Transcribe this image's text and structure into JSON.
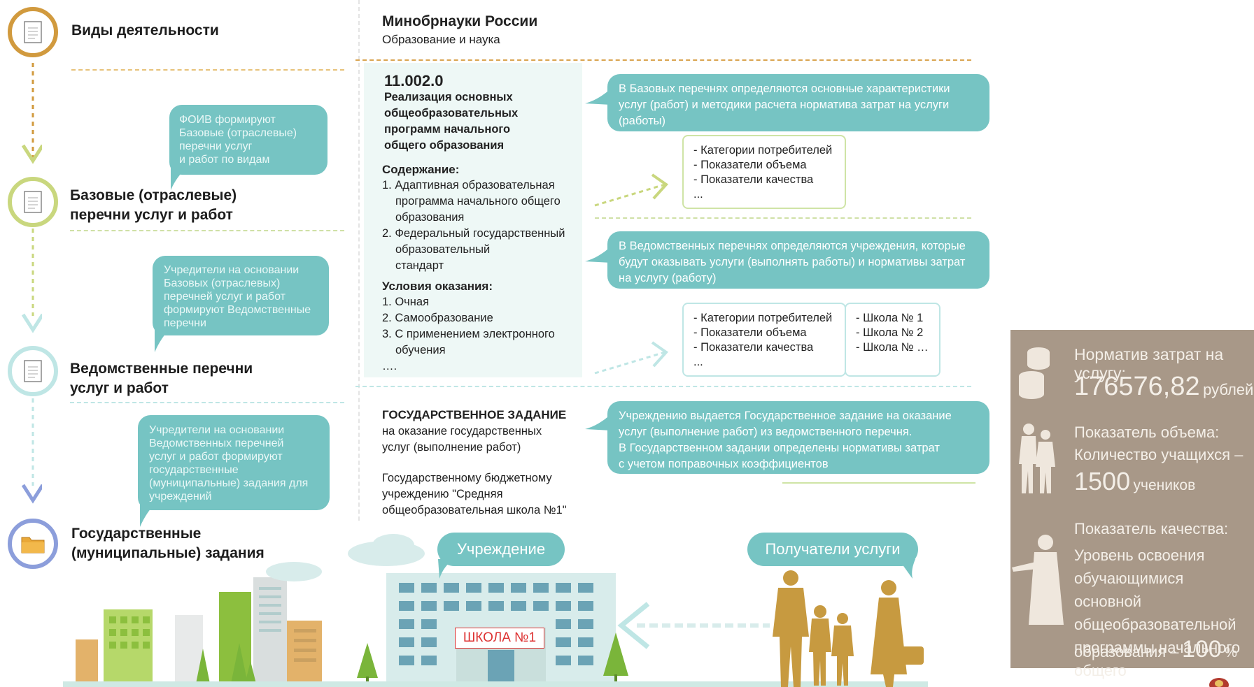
{
  "stages": [
    {
      "title": "Виды деятельности"
    },
    {
      "title_line1": "Базовые (отраслевые)",
      "title_line2": "перечни услуг и работ"
    },
    {
      "title_line1": "Ведомственные перечни",
      "title_line2": "услуг и работ"
    },
    {
      "title_line1": "Государственные",
      "title_line2": "(муниципальные) задания"
    }
  ],
  "left_bubbles": [
    {
      "lines": [
        "ФОИВ формируют",
        "Базовые (отраслевые)",
        "перечни  услуг",
        "и работ по видам"
      ]
    },
    {
      "lines": [
        "Учредители на основании",
        "Базовых (отраслевых)",
        "перечней услуг и работ",
        "формируют Ведомственные",
        "перечни"
      ]
    },
    {
      "lines": [
        "Учредители  на основании",
        "Ведомственных перечней",
        "услуг и работ формируют",
        "государственные",
        "(муниципальные) задания для",
        "учреждений"
      ]
    }
  ],
  "ministry": {
    "title": "Минобрнауки России",
    "subtitle": "Образование и наука"
  },
  "service": {
    "code": "11.002.0",
    "name_lines": [
      "Реализация основных",
      "общеобразовательных",
      "программ начального",
      "общего образования"
    ],
    "content_heading": "Содержание:",
    "content_lines": [
      "1. Адаптивная образовательная",
      "программа начального  общего",
      "образования",
      "2. Федеральный государственный",
      "образовательный",
      "стандарт"
    ],
    "conditions_heading": "Условия оказания:",
    "conditions_lines": [
      "1. Очная",
      "2. Самообразование",
      "3. С применением электронного",
      "обучения",
      "…."
    ]
  },
  "right_bubbles": [
    {
      "lines": [
        "В Базовых перечнях определяются основные характеристики",
        "услуг (работ) и методики расчета норматива затрат на услуги",
        "(работы)"
      ]
    },
    {
      "lines": [
        "В Ведомственных перечнях определяются учреждения, которые",
        "будут оказывать услуги (выполнять работы) и нормативы затрат",
        "на услугу (работу)"
      ]
    },
    {
      "lines": [
        "Учреждению выдается Государственное задание на оказание",
        "услуг (выполнение работ) из ведомственного перечня.",
        "В Государственном задании определены нормативы затрат",
        "с учетом поправочных коэффициентов"
      ]
    }
  ],
  "indicator_box1": {
    "lines": [
      "- Категории потребителей",
      "- Показатели объема",
      "- Показатели качества",
      "..."
    ]
  },
  "indicator_box2": {
    "lines": [
      "- Категории потребителей",
      "- Показатели объема",
      "- Показатели качества",
      "..."
    ]
  },
  "schools_box": {
    "lines": [
      "- Школа № 1",
      "- Школа № 2",
      "- Школа № …"
    ]
  },
  "gov_task": {
    "title": "ГОСУДАРСТВЕННОЕ ЗАДАНИЕ",
    "sub_lines": [
      "на оказание государственных",
      "услуг (выполнение работ)"
    ],
    "to_lines": [
      "Государственному бюджетному",
      "учреждению \"Средняя",
      "общеобразовательная школа №1\""
    ]
  },
  "bottom": {
    "institution_label": "Учреждение",
    "recipients_label": "Получатели услуги",
    "school_sign": "ШКОЛА №1"
  },
  "card": {
    "norm_label": "Норматив затрат на услугу:",
    "norm_value": "176576,82",
    "norm_unit": "рублей",
    "volume_label": "Показатель объема:",
    "volume_sub": "Количество учащихся –",
    "volume_value": "1500",
    "volume_unit": "учеников",
    "quality_label": "Показатель качества:",
    "quality_lines": [
      "Уровень освоения",
      "обучающимися основной",
      "общеобразовательной",
      "программы начального общего"
    ],
    "quality_last": "образования  –",
    "quality_value": "100",
    "quality_unit": "%"
  },
  "colors": {
    "teal": "#76c4c3",
    "gold": "#d19a3e",
    "olive": "#c9d77e",
    "light_teal": "#bfe6e5",
    "blue": "#8c9edb",
    "card": "#a89888",
    "building": "#d8eceb"
  },
  "icons": [
    "document-icon",
    "folder-icon",
    "coins-icon",
    "students-icon",
    "teacher-icon",
    "arrow-right-icon",
    "arrow-left-icon",
    "chevron-down-icon"
  ]
}
